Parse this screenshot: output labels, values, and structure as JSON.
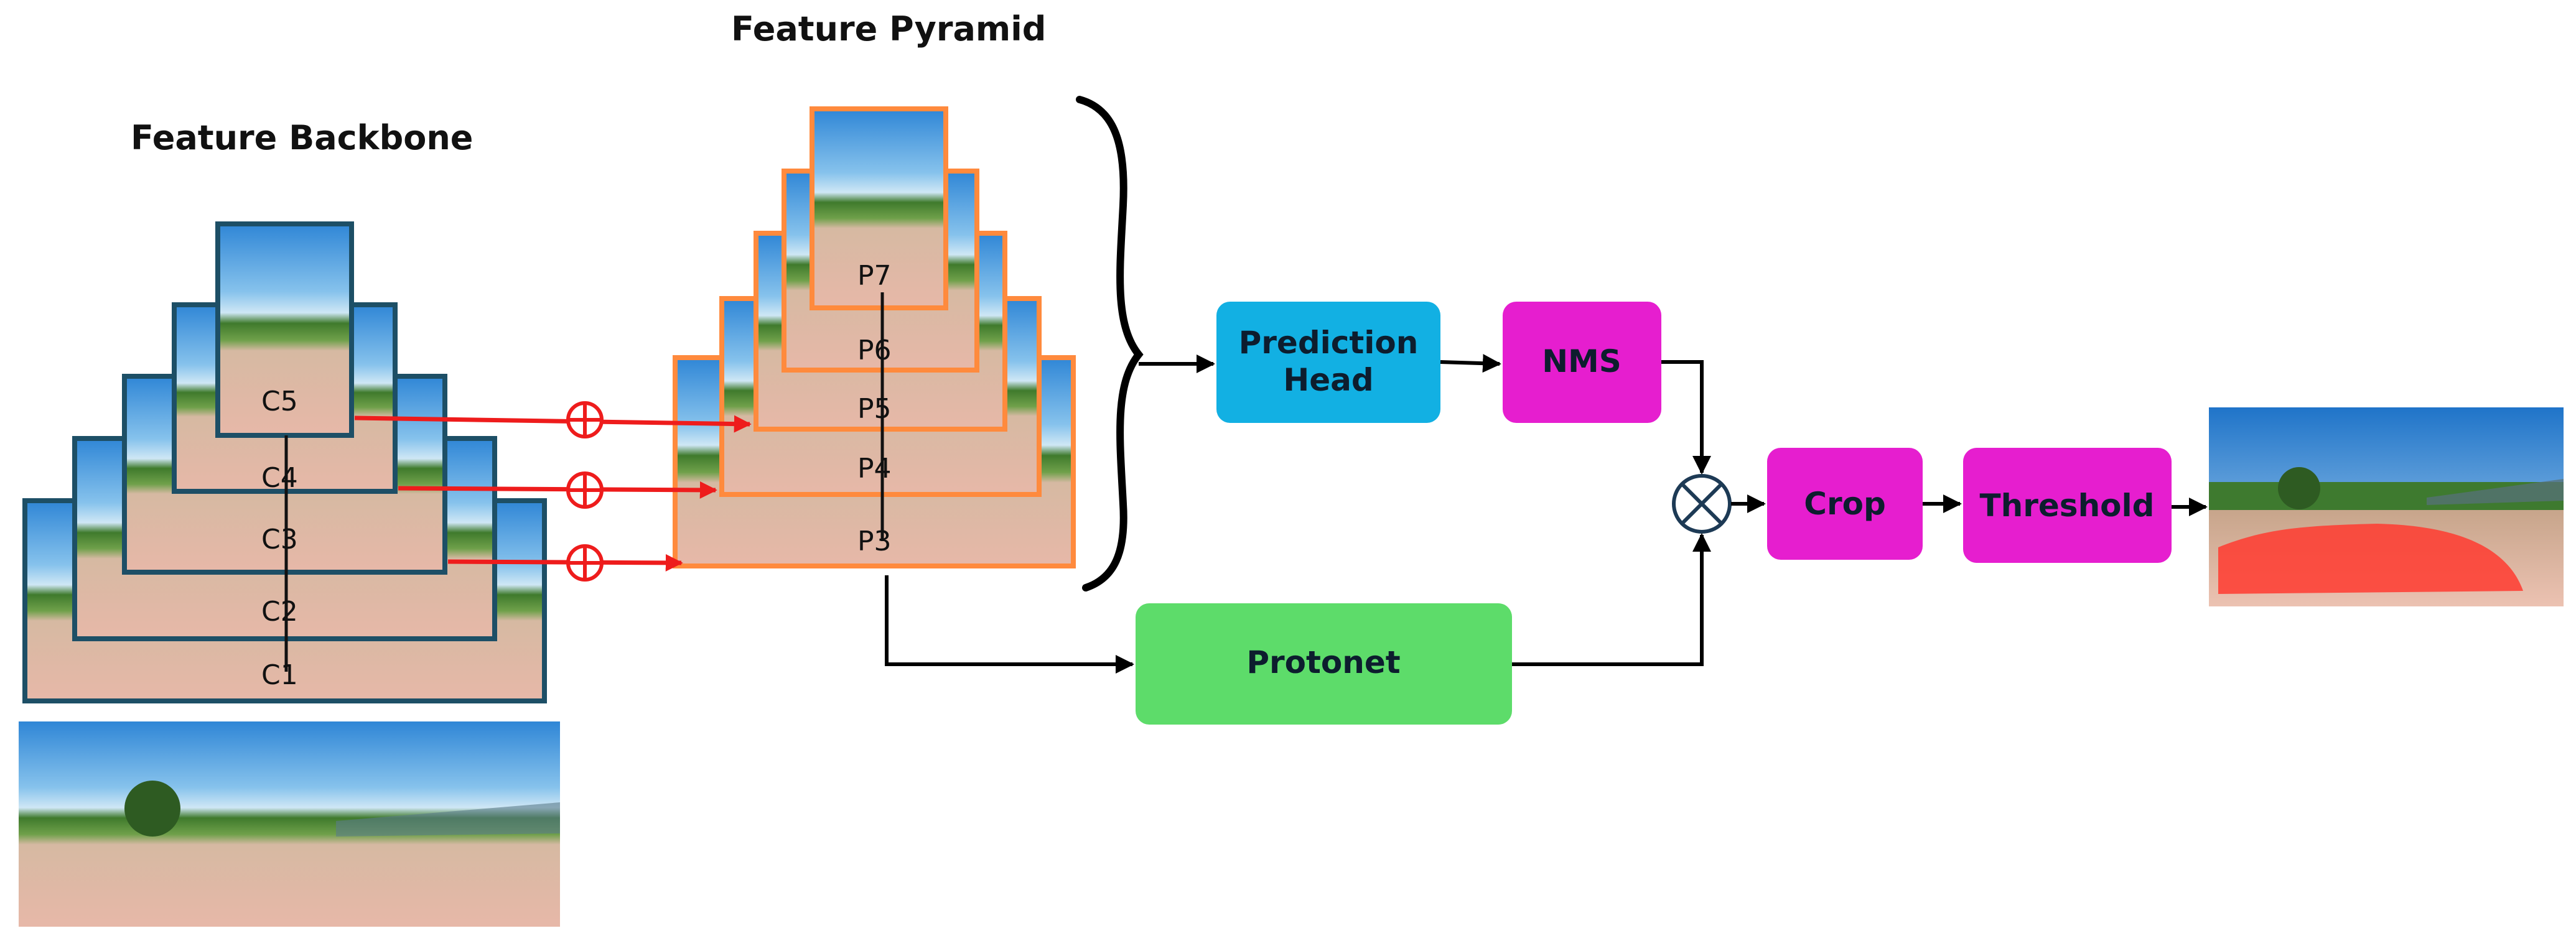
{
  "titles": {
    "backbone": "Feature Backbone",
    "pyramid": "Feature Pyramid"
  },
  "backbone_layers": [
    "C1",
    "C2",
    "C3",
    "C4",
    "C5"
  ],
  "pyramid_layers": [
    "P3",
    "P4",
    "P5",
    "P6",
    "P7"
  ],
  "blocks": {
    "prediction_head": [
      "Prediction",
      "Head"
    ],
    "nms": "NMS",
    "protonet": "Protonet",
    "crop": "Crop",
    "threshold": "Threshold"
  },
  "colors": {
    "backbone_edge": "#1d4f66",
    "pyramid_edge": "#ff8a3d",
    "lateral_arrow": "#ee1c1c",
    "prediction_head": "#12b0e3",
    "nms": "#e61ecf",
    "protonet": "#5ddc6a",
    "crop": "#e61ecf",
    "threshold": "#e61ecf",
    "mask_overlay": "#ff3b30"
  },
  "icons": {
    "lateral_add": "circled-plus-icon",
    "assembly": "circled-times-icon"
  }
}
